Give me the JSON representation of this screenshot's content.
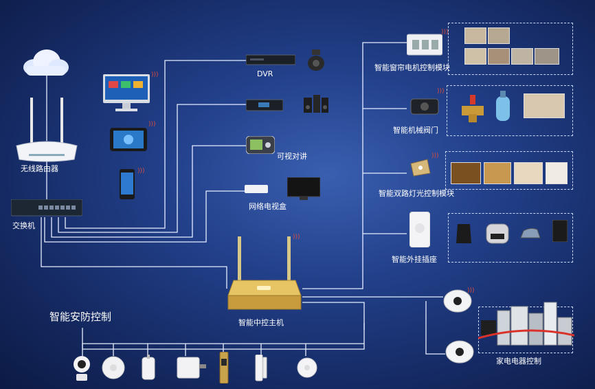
{
  "labels": {
    "router": "无线路由器",
    "switch": "交换机",
    "dvr": "DVR",
    "intercom": "可视对讲",
    "tvbox": "网络电视盒",
    "hub": "智能中控主机",
    "security": "智能安防控制",
    "curtain": "智能窗帘电机控制模块",
    "valve": "智能机械阀门",
    "light": "智能双路灯光控制模块",
    "socket": "智能外挂插座",
    "appliance": "家电电器控制"
  },
  "icons": {
    "wifi": "wifi-signal-icon"
  }
}
